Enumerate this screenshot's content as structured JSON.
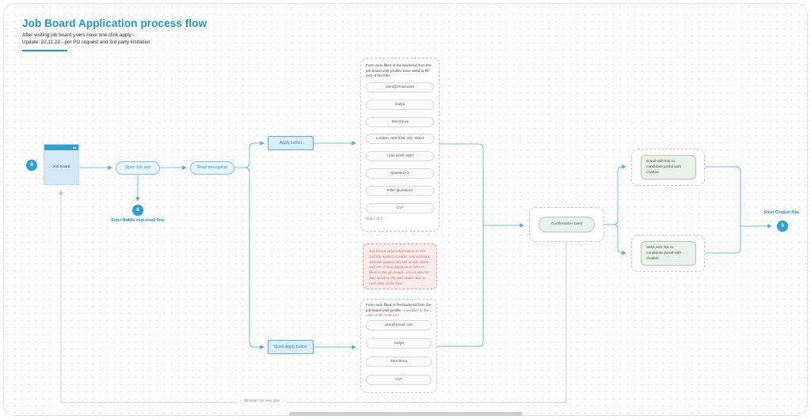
{
  "header": {
    "title": "Job Board Application process flow",
    "subtitle_line1": "After visiting job board users have one click apply -",
    "subtitle_line2": "Update: 22.11.22 - per PO request and 3rd party limitation"
  },
  "flow": {
    "entry_badge": "8",
    "job_board": "Job Board",
    "open_job": "Open Job add",
    "read_description": "Read description",
    "middle_step_badge": "6",
    "middle_step_label": "Enter Middle step email flow",
    "apply_button": "Apply button",
    "quick_apply_button": "Quick Apply button",
    "confirmation_toast": "Confirmation toast",
    "email_card": "Email with link to candidate portal with chatbot",
    "sms_card": "SMS with link to candidate portal with chatbot",
    "chatbot_flow_label": "Enter Chatbot flow",
    "chatbot_badge": "9",
    "loop_label": "Browser for new jobs"
  },
  "long_form": {
    "note": "Form auto filled in the backend from the job board user profile. User need to fill rest of the info.",
    "fields": [
      "user@email.com",
      "Galya",
      "Mercheva",
      "London, 608 E06, Abc street",
      "I can work night",
      "Question 2",
      "Killer Question*",
      "CV*"
    ],
    "step_label": "Step 1 of 3"
  },
  "integration_note": "Job Board send information to ATs and the system creates new account with the passed via API email, name and CV. If long application form is filled in the job board - information is also send to ATs and share user to next step of the flow.",
  "quick_form": {
    "note_plain": "Form auto filled in the backend from the job board user profile - ",
    "note_highlight": "invisible for the user in the front end",
    "fields": [
      "user@email.com",
      "Galya",
      "Mercheva",
      "CV*"
    ]
  },
  "colors": {
    "accent_blue": "#1b97cf",
    "line_blue": "#6cc0e4",
    "badge_blue": "#29a3d6",
    "warning_red": "#d66a6a",
    "warning_bg": "#fbecec",
    "success_bg": "#e6f2ea",
    "loop_gray": "#c6c6c6"
  }
}
